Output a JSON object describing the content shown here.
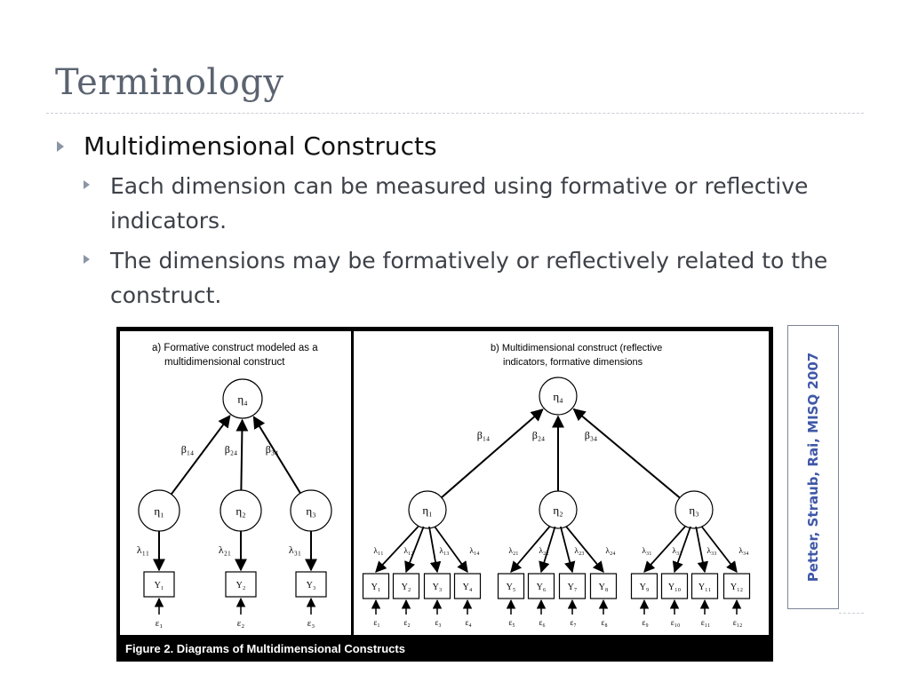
{
  "slide": {
    "title": "Terminology",
    "bullet": "Multidimensional Constructs",
    "subbullets": [
      "Each dimension can be measured using formative or reflective indicators.",
      "The dimensions may be formatively or reflectively related to the construct."
    ],
    "credit": "Petter, Straub, Rai, MISQ 2007"
  },
  "figure": {
    "caption": "Figure 2.  Diagrams of Multidimensional Constructs",
    "panel_a": {
      "title_line1": "a)  Formative construct modeled as a",
      "title_line2": "multidimensional construct",
      "top": "η₄",
      "betas": [
        "β₁₄",
        "β₂₄",
        "β₃₄"
      ],
      "etas": [
        "η₁",
        "η₂",
        "η₃"
      ],
      "lambdas": [
        "λ₁₁",
        "λ₂₁",
        "λ₃₁"
      ],
      "indicators": [
        "Y₁",
        "Y₂",
        "Y₃"
      ],
      "errors": [
        "ε₁",
        "ε₂",
        "ε₃"
      ]
    },
    "panel_b": {
      "title_line1": "b)  Multidimensional construct (reflective",
      "title_line2": "indicators, formative dimensions",
      "top": "η₄",
      "betas": [
        "β₁₄",
        "β₂₄",
        "β₃₄"
      ],
      "etas": [
        "η₁",
        "η₂",
        "η₃"
      ],
      "lambdas": [
        "λ₁₁",
        "λ₁₂",
        "λ₁₃",
        "λ₁₄",
        "λ₂₁",
        "λ₂₂",
        "λ₂₃",
        "λ₂₄",
        "λ₃₁",
        "λ₃₂",
        "λ₃₃",
        "λ₃₄"
      ],
      "indicators": [
        "Y₁",
        "Y₂",
        "Y₃",
        "Y₄",
        "Y₅",
        "Y₆",
        "Y₇",
        "Y₈",
        "Y₉",
        "Y₁₀",
        "Y₁₁",
        "Y₁₂"
      ],
      "errors": [
        "ε₁",
        "ε₂",
        "ε₃",
        "ε₄",
        "ε₅",
        "ε₆",
        "ε₇",
        "ε₈",
        "ε₉",
        "ε₁₀",
        "ε₁₁",
        "ε₁₂"
      ]
    }
  }
}
